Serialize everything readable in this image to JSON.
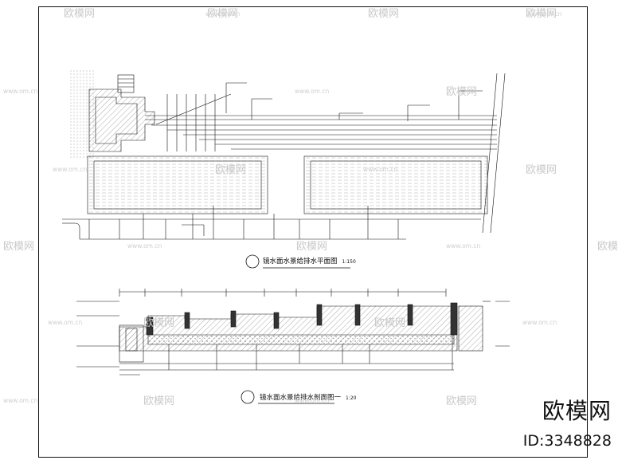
{
  "drawing": {
    "plan_title": "镜水面水景给排水平面图",
    "plan_scale": "1:150",
    "section_title": "镜水面水景给排水剖面图一",
    "section_scale": "1:20"
  },
  "watermark": {
    "brand": "欧模网",
    "id_text": "ID:3348828",
    "tile_text": "欧模网",
    "url_text": "www.om.cn"
  },
  "colors": {
    "line": "#111111",
    "watermark": "#c9c9c9"
  }
}
